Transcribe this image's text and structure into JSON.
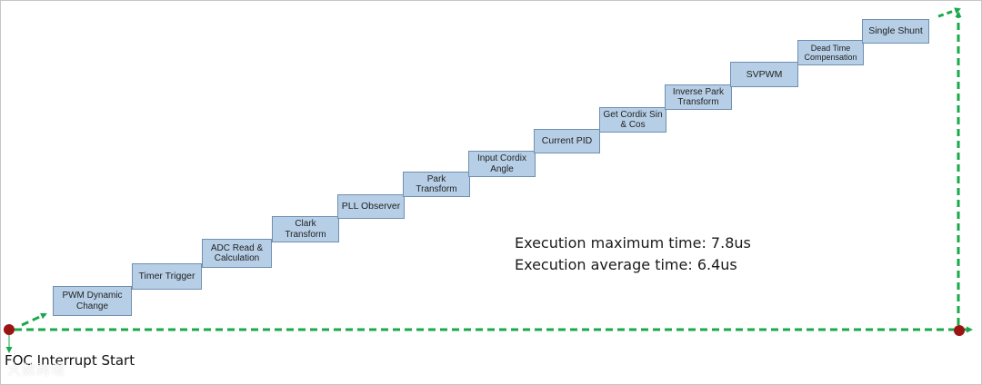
{
  "steps": [
    {
      "label": "PWM Dynamic Change"
    },
    {
      "label": "Timer Trigger"
    },
    {
      "label": "ADC Read & Calculation"
    },
    {
      "label": "Clark Transform"
    },
    {
      "label": "PLL Observer"
    },
    {
      "label": "Park Transform"
    },
    {
      "label": "Input Cordix Angle"
    },
    {
      "label": "Current PID"
    },
    {
      "label": "Get Cordix Sin & Cos"
    },
    {
      "label": "Inverse Park Transform"
    },
    {
      "label": "SVPWM"
    },
    {
      "label": "Dead Time Compensation"
    },
    {
      "label": "Single Shunt"
    }
  ],
  "info": {
    "max_time": "Execution maximum time: 7.8us",
    "avg_time": "Execution average time: 6.4us"
  },
  "caption": "FOC Interrupt Start",
  "watermark": "大数跨境",
  "colors": {
    "box_fill": "#b7cfe6",
    "box_border": "#6f8fb1",
    "arrow": "#1aa84a",
    "dot": "#9b1414"
  }
}
